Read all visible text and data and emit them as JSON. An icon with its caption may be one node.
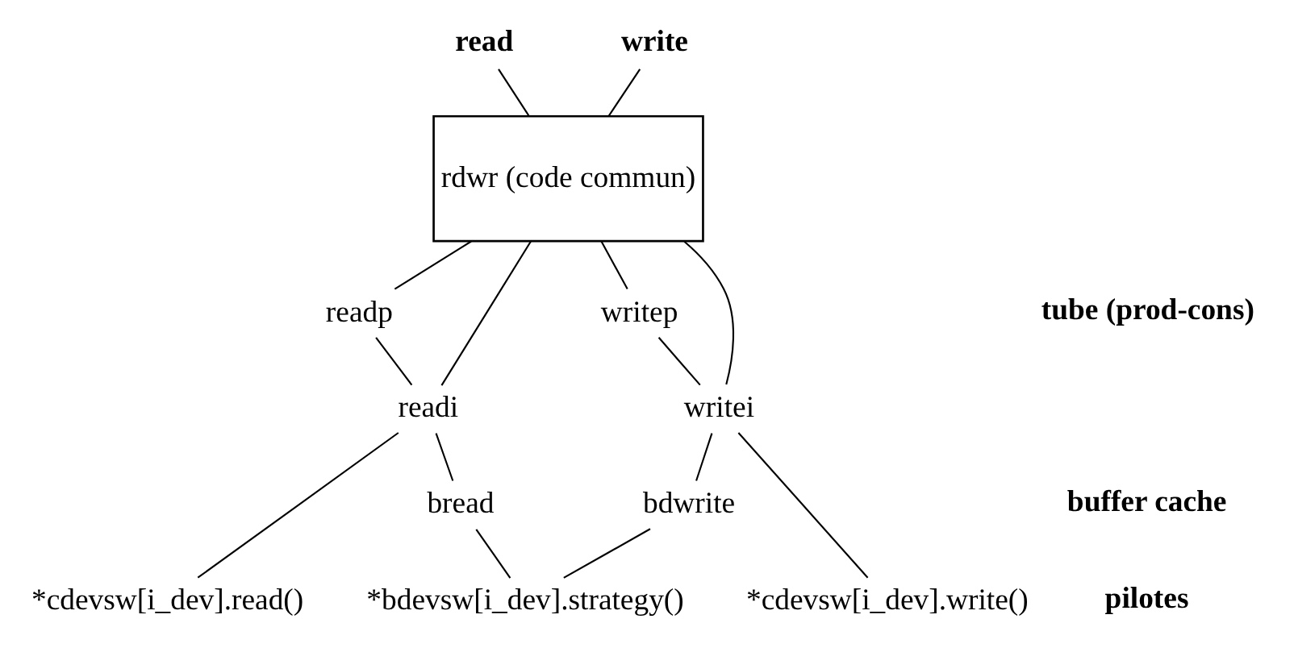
{
  "diagram": {
    "nodes": [
      {
        "text": [
          "read"
        ]
      },
      {
        "text": [
          "write"
        ]
      },
      {
        "text": [
          "rdwr (code commun)"
        ]
      },
      {
        "text": [
          "readp"
        ]
      },
      {
        "text": [
          "writep"
        ]
      },
      {
        "text": [
          "readi"
        ]
      },
      {
        "text": [
          "writei"
        ]
      },
      {
        "text": [
          "bread"
        ]
      },
      {
        "text": [
          "bdwrite"
        ]
      },
      {
        "text": [
          "*cdevsw[i_dev].read()"
        ]
      },
      {
        "text": [
          "*bdevsw[i_dev].strategy()"
        ]
      },
      {
        "text": [
          "*cdevsw[i_dev].write()"
        ]
      }
    ],
    "edges": [
      {
        "from": 0,
        "to": 2,
        "arrow": "none"
      },
      {
        "from": 1,
        "to": 2,
        "arrow": "none"
      },
      {
        "from": 2,
        "to": 3,
        "arrow": "none"
      },
      {
        "from": 2,
        "to": 5,
        "arrow": "none"
      },
      {
        "from": 2,
        "to": 6,
        "arrow": "none"
      },
      {
        "from": 2,
        "to": 4,
        "arrow": "none"
      },
      {
        "from": 3,
        "to": 5,
        "arrow": "none"
      },
      {
        "from": 4,
        "to": 6,
        "arrow": "none"
      },
      {
        "from": 5,
        "to": 9,
        "arrow": "none"
      },
      {
        "from": 5,
        "to": 7,
        "arrow": "none"
      },
      {
        "from": 6,
        "to": 8,
        "arrow": "none"
      },
      {
        "from": 6,
        "to": 11,
        "arrow": "none"
      },
      {
        "from": 7,
        "to": 10,
        "arrow": "none"
      },
      {
        "from": 8,
        "to": 10,
        "arrow": "none"
      }
    ],
    "labels": [
      "tube (prod-cons)",
      "buffer cache",
      "pilotes"
    ]
  }
}
